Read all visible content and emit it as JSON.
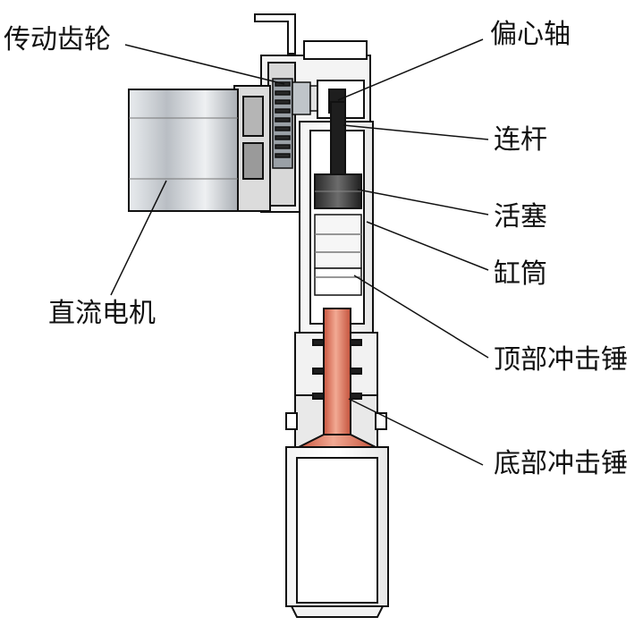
{
  "labels": {
    "gear": "传动齿轮",
    "eccentric_shaft": "偏心轴",
    "connecting_rod": "连杆",
    "piston": "活塞",
    "cylinder": "缸筒",
    "top_hammer": "顶部冲击锤",
    "bottom_hammer": "底部冲击锤",
    "dc_motor": "直流电机"
  },
  "colors": {
    "hammer": "#e07a62",
    "hammer_highlight": "#f3b3a0",
    "motor_body": "#cfd3d8",
    "metal_dark": "#1e1e1e",
    "metal_mid": "#9aa0a6",
    "background": "#ffffff"
  }
}
